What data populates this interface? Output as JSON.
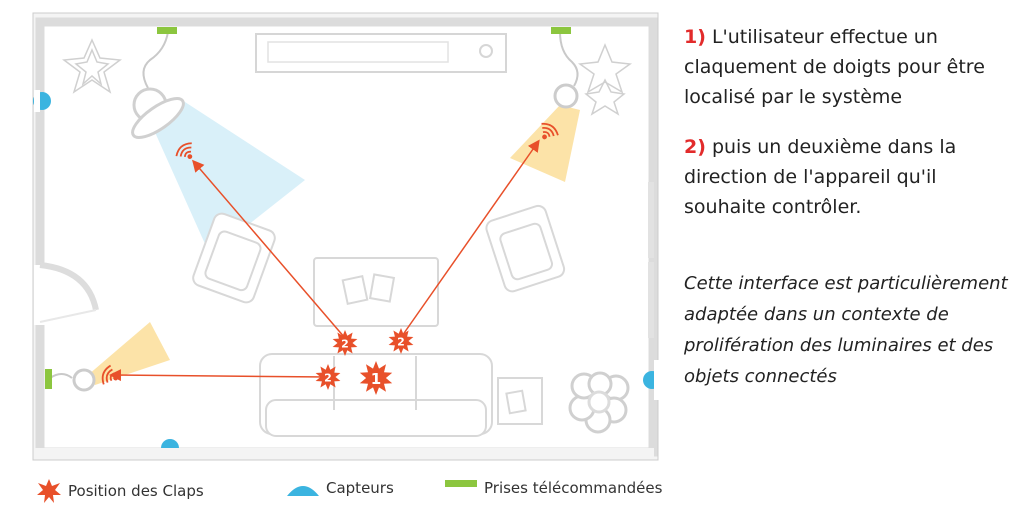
{
  "steps": [
    {
      "number": "1)",
      "text": " L'utilisateur effectue un claquement de doigts pour être localisé par le système"
    },
    {
      "number": "2)",
      "text": " puis un deuxième dans la direction de l'appareil qu'il souhaite contrôler."
    }
  ],
  "note": "Cette interface est particulièrement adaptée dans un contexte de prolifération des luminaires et des objets connectés",
  "legend": {
    "claps": "Position des Claps",
    "sensors": "Capteurs",
    "outlets": "Prises télécommandées"
  },
  "clap_markers": [
    "1",
    "2",
    "2",
    "2"
  ],
  "colors": {
    "accent_red": "#e8502a",
    "step_red": "#e22b2b",
    "sensor_blue": "#3bb4e0",
    "outlet_green": "#8cc63f",
    "light_blue_beam": "#d9f0f9",
    "yellow_beam": "#fce3a8",
    "wall_gray": "#dcdcdc"
  }
}
